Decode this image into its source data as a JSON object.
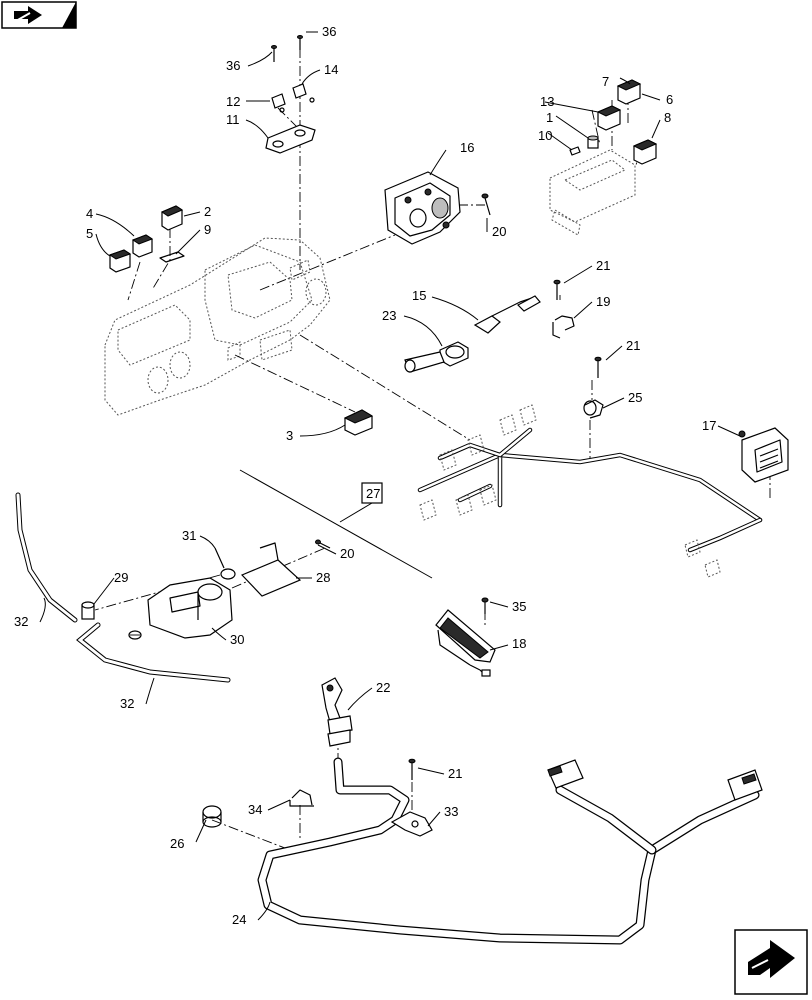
{
  "callouts": [
    "1",
    "2",
    "3",
    "4",
    "5",
    "6",
    "7",
    "8",
    "9",
    "10",
    "11",
    "12",
    "13",
    "14",
    "15",
    "16",
    "17",
    "18",
    "19",
    "20",
    "20",
    "21",
    "21",
    "21",
    "22",
    "23",
    "24",
    "25",
    "26",
    "27",
    "28",
    "29",
    "30",
    "31",
    "32",
    "32",
    "33",
    "34",
    "35",
    "36",
    "36"
  ],
  "icons": {
    "top_left": "navigation-arrow-icon",
    "bottom_right": "next-page-arrow-icon"
  }
}
